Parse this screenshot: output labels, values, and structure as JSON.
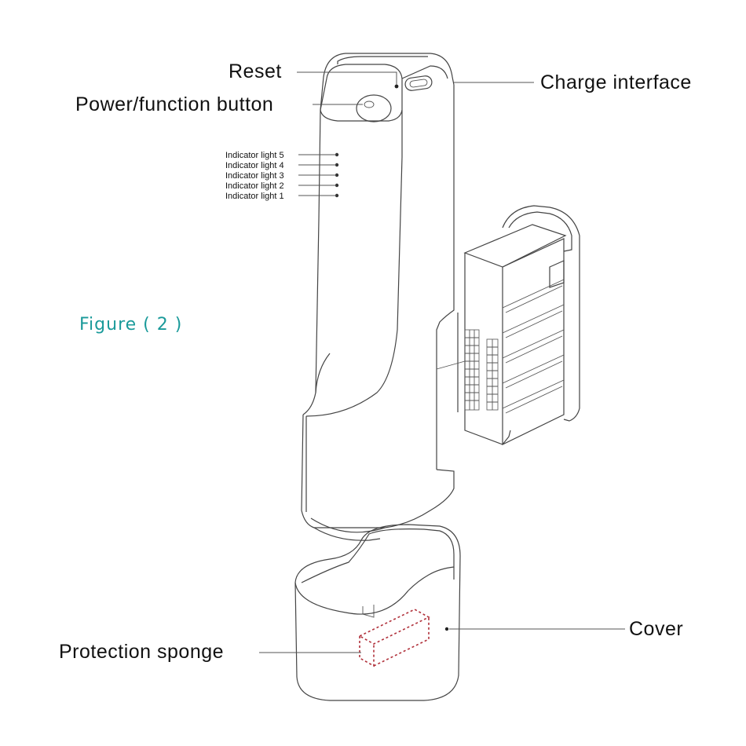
{
  "labels": {
    "reset": "Reset",
    "power_button": "Power/function button",
    "charge_interface": "Charge interface",
    "indicators": [
      "Indicator light 5",
      "Indicator light 4",
      "Indicator light 3",
      "Indicator light 2",
      "Indicator light 1"
    ],
    "figure": "Figure ( 2 )",
    "protection_sponge": "Protection sponge",
    "cover": "Cover"
  },
  "colors": {
    "figure_text": "#1a9a9a",
    "sponge_dash": "#b0303a",
    "outline": "#444444"
  }
}
